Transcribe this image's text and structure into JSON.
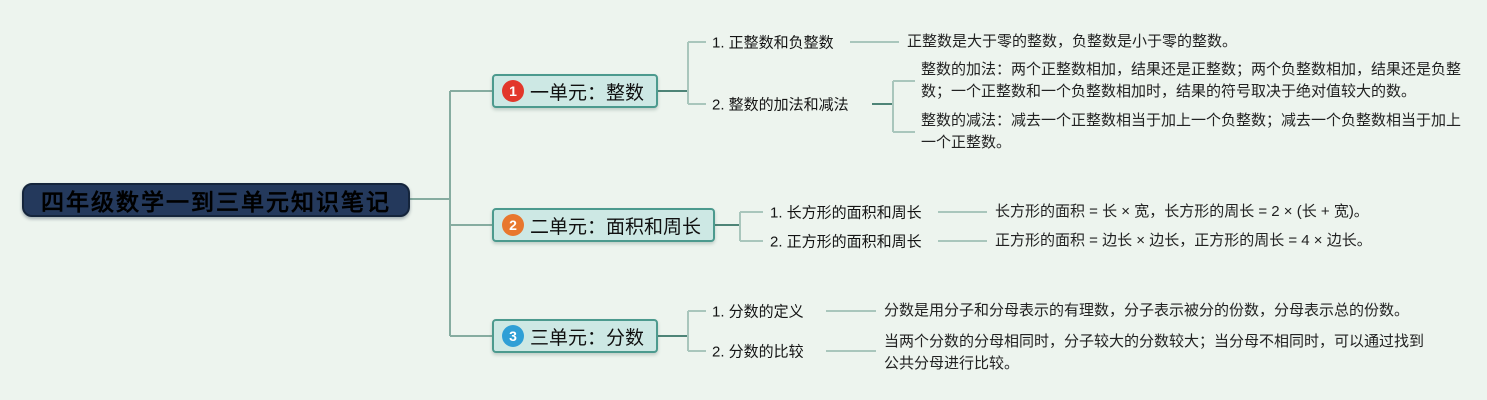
{
  "canvas": {
    "background": "#edf4ee",
    "connector_color_main": "#86aca0",
    "connector_color_stub": "#4e8477",
    "connector_color_bracket": "#a9c6bc"
  },
  "root": {
    "label": "四年级数学一到三单元知识笔记",
    "bg_color": "#24395c"
  },
  "branches": [
    {
      "badge": "1",
      "badge_color": "#e2372b",
      "label": "一单元：整数",
      "children": [
        {
          "label": "1. 正整数和负整数",
          "notes": [
            "正整数是大于零的整数，负整数是小于零的整数。"
          ]
        },
        {
          "label": "2. 整数的加法和减法",
          "notes": [
            "整数的加法：两个正整数相加，结果还是正整数；两个负整数相加，结果还是负整数；一个正整数和一个负整数相加时，结果的符号取决于绝对值较大的数。",
            "整数的减法：减去一个正整数相当于加上一个负整数；减去一个负整数相当于加上一个正整数。"
          ]
        }
      ]
    },
    {
      "badge": "2",
      "badge_color": "#e8772e",
      "label": "二单元：面积和周长",
      "children": [
        {
          "label": "1. 长方形的面积和周长",
          "notes": [
            "长方形的面积 = 长 × 宽，长方形的周长 = 2 × (长 + 宽)。"
          ]
        },
        {
          "label": "2. 正方形的面积和周长",
          "notes": [
            "正方形的面积 = 边长 × 边长，正方形的周长 = 4 × 边长。"
          ]
        }
      ]
    },
    {
      "badge": "3",
      "badge_color": "#2e9fd6",
      "label": "三单元：分数",
      "children": [
        {
          "label": "1. 分数的定义",
          "notes": [
            "分数是用分子和分母表示的有理数，分子表示被分的份数，分母表示总的份数。"
          ]
        },
        {
          "label": "2. 分数的比较",
          "notes": [
            "当两个分数的分母相同时，分子较大的分数较大；当分母不相同时，可以通过找到公共分母进行比较。"
          ]
        }
      ]
    }
  ]
}
